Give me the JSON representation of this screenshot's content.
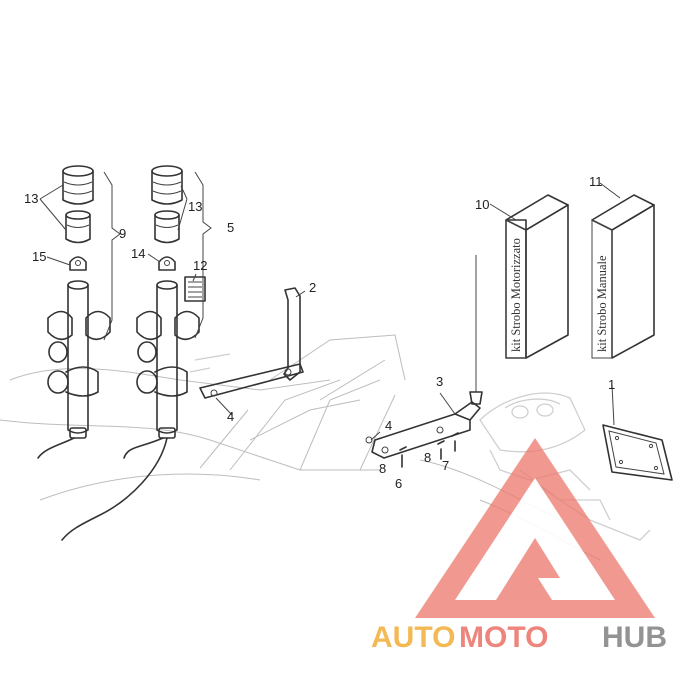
{
  "callouts": {
    "c1": "1",
    "c2": "2",
    "c3": "3",
    "c4a": "4",
    "c4b": "4",
    "c5": "5",
    "c6": "6",
    "c7": "7",
    "c8a": "8",
    "c8b": "8",
    "c9": "9",
    "c10": "10",
    "c11": "11",
    "c12": "12",
    "c13a": "13",
    "c13b": "13",
    "c14": "14",
    "c15": "15"
  },
  "kits": {
    "motorizzato": "kit Strobo Motorizzato",
    "manuale": "kit Strobo Manuale"
  },
  "watermark": {
    "part1": "AUTO",
    "part2": "MOTO",
    "part3": "HUB"
  },
  "colors": {
    "logo_red": "#ec7b72",
    "logo_orange": "#f3b447",
    "logo_gray": "#8a8a8a"
  }
}
